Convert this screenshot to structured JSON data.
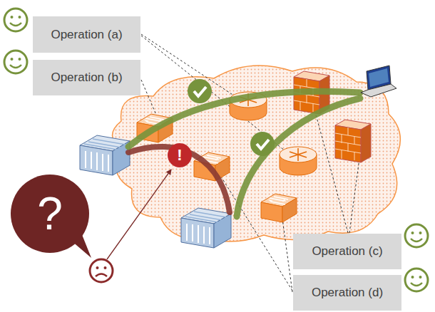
{
  "diagram": {
    "nodes": [
      {
        "text": [
          "Operation (a)"
        ]
      },
      {
        "text": [
          "Operation (b)"
        ]
      },
      {
        "text": [
          "!"
        ]
      },
      {
        "text": [
          "?"
        ]
      },
      {
        "text": [
          "Operation (c)"
        ]
      },
      {
        "text": [
          "Operation (d)"
        ]
      }
    ]
  }
}
